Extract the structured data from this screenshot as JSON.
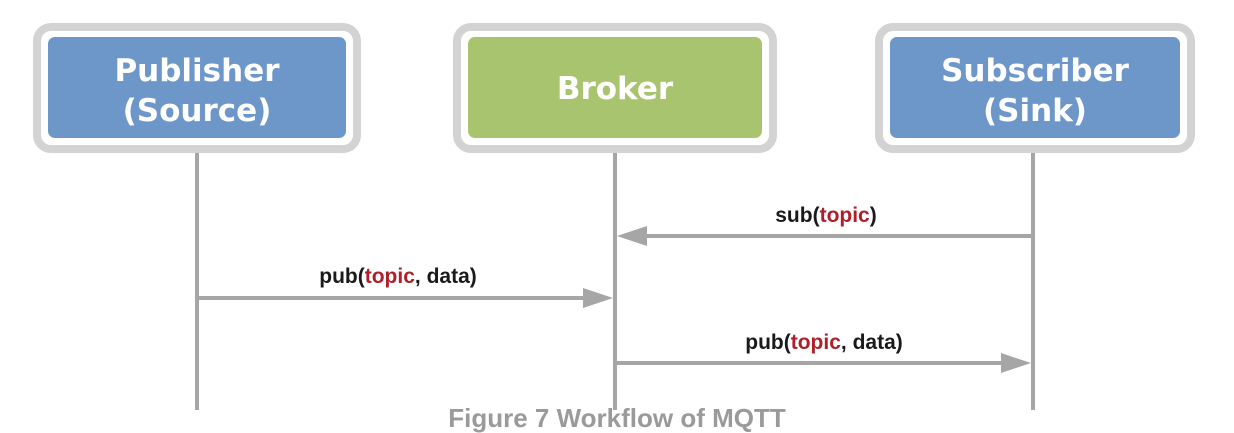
{
  "colors": {
    "actor_fill": "#6d97c9",
    "broker_fill": "#a9c46f",
    "frame": "#d3d3d3",
    "line": "#a6a6a6",
    "text_dark": "#1a1a1a",
    "topic_red": "#b01e2a",
    "box_text": "#ffffff"
  },
  "actors": {
    "publisher": {
      "line1": "Publisher",
      "line2": "(Source)"
    },
    "broker": {
      "label": "Broker"
    },
    "subscriber": {
      "line1": "Subscriber",
      "line2": "(Sink)"
    }
  },
  "messages": {
    "subscribe": {
      "prefix": "sub(",
      "topic": "topic",
      "suffix": ")"
    },
    "publish_to_broker": {
      "prefix": "pub(",
      "topic": "topic",
      "suffix": ", data)"
    },
    "publish_to_subscriber": {
      "prefix": "pub(",
      "topic": "topic",
      "suffix": ", data)"
    }
  },
  "caption": "Figure 7 Workflow of MQTT"
}
